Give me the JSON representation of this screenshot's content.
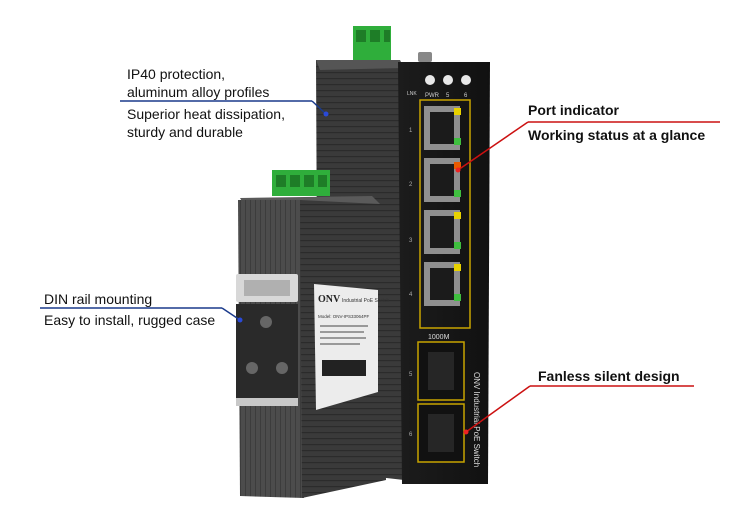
{
  "callouts": {
    "ip40": {
      "line1": "IP40 protection,",
      "line2": "aluminum alloy profiles",
      "color": "#1a3a8c"
    },
    "heat": {
      "line1": "Superior heat dissipation,",
      "line2": "sturdy and durable"
    },
    "din": {
      "title": "DIN rail mounting",
      "desc": "Easy to install, rugged case",
      "color": "#1a3a8c"
    },
    "port": {
      "title": "Port indicator",
      "desc": "Working status at a glance",
      "color": "#cc1111"
    },
    "fanless": {
      "title": "Fanless silent design",
      "color": "#cc1111"
    }
  },
  "device": {
    "front_labels": {
      "pwr": "PWR",
      "lnk": "LNK",
      "port5": "5",
      "port6": "6",
      "speed": "1000M"
    },
    "port_numbers": [
      "1",
      "2",
      "3",
      "4"
    ],
    "side_labels": [
      "1",
      "2",
      "3",
      "4",
      "5",
      "6"
    ],
    "side_brand": "ONV Industrial PoE Switch",
    "rear_brand": "ONV",
    "rear_title": "Industrial PoE Switch",
    "rear_model": "Model: ONV-IPS33064PF",
    "terminal_color": "#2fae3b",
    "body_color": "#3a3a3a"
  }
}
